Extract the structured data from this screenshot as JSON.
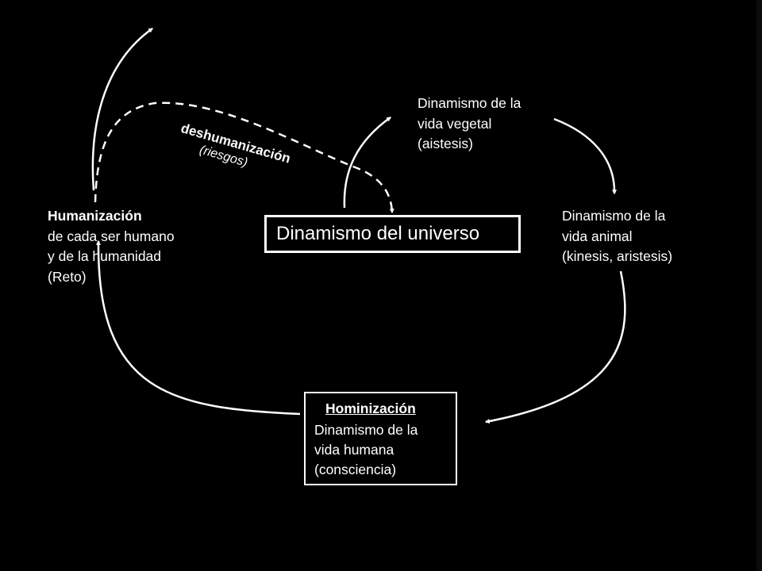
{
  "center": {
    "label": "Dinamismo del universo"
  },
  "vegetal": {
    "lines": [
      "Dinamismo de la",
      "vida vegetal",
      "(aistesis)"
    ]
  },
  "animal": {
    "lines": [
      "Dinamismo de la",
      "vida animal",
      "(kinesis, aristesis)"
    ]
  },
  "hominizacion": {
    "title": "Hominización",
    "lines": [
      "Dinamismo de la",
      "vida humana",
      "(consciencia)"
    ]
  },
  "humanizacion": {
    "title": "Humanización",
    "lines": [
      "de cada ser humano",
      "y de la humanidad",
      "(Reto)"
    ]
  },
  "deshumanizacion": {
    "title": "deshumanización",
    "subtitle": "(riesgos)"
  },
  "colors": {
    "background": "#000000",
    "foreground": "#ffffff"
  }
}
